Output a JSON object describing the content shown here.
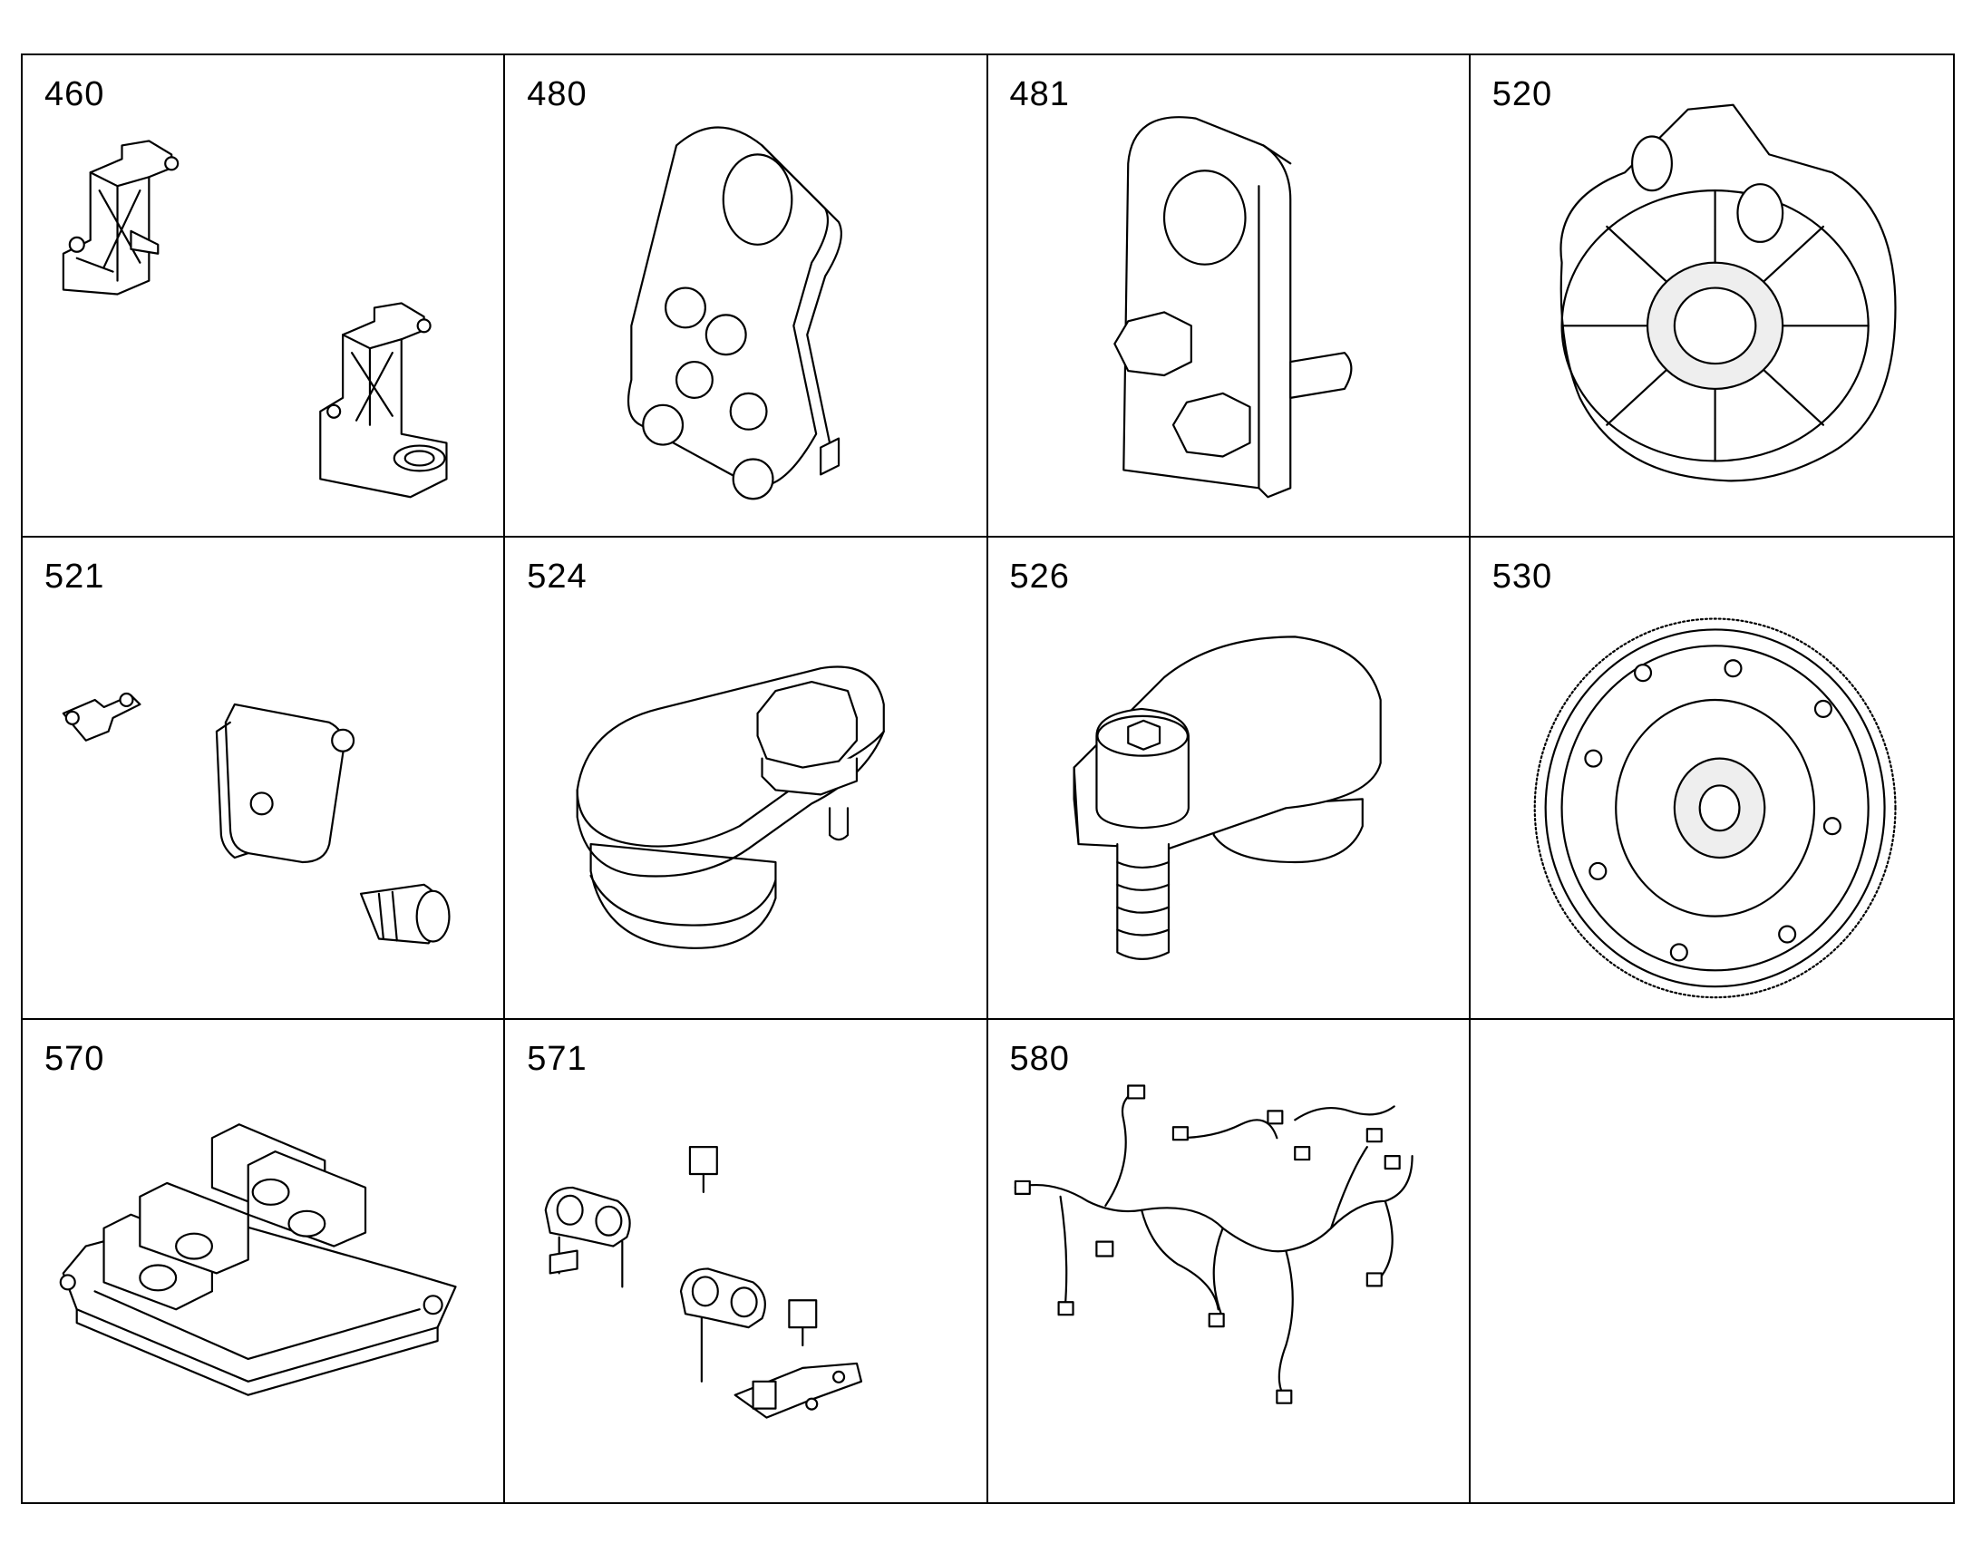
{
  "parts": [
    {
      "number": "460",
      "icon": "bracket-pair-icon"
    },
    {
      "number": "480",
      "icon": "lifting-eye-plate-icon"
    },
    {
      "number": "481",
      "icon": "lifting-eye-block-icon"
    },
    {
      "number": "520",
      "icon": "flywheel-housing-icon"
    },
    {
      "number": "521",
      "icon": "cover-plate-set-icon"
    },
    {
      "number": "524",
      "icon": "adapter-cover-icon"
    },
    {
      "number": "526",
      "icon": "adapter-cover-bolt-icon"
    },
    {
      "number": "530",
      "icon": "flywheel-icon"
    },
    {
      "number": "570",
      "icon": "control-module-icon"
    },
    {
      "number": "571",
      "icon": "clamp-kit-icon"
    },
    {
      "number": "580",
      "icon": "wiring-harness-icon"
    },
    {
      "number": "",
      "icon": ""
    }
  ]
}
